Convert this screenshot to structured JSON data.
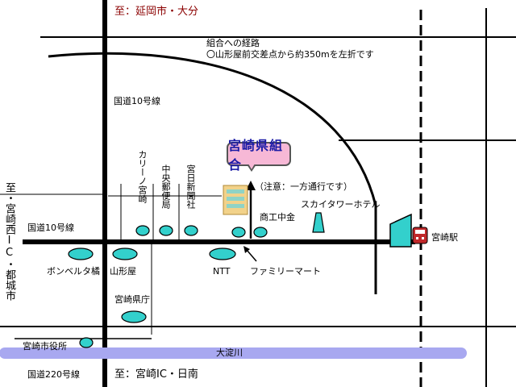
{
  "directions": {
    "north": "至：延岡市・大分",
    "south": "至：宮崎IC・日南",
    "west": "至・宮崎西IC・都城市"
  },
  "route_note": {
    "line1": "組合への経路",
    "line2": "〇山形屋前交差点から約350mを左折です"
  },
  "roads": {
    "route10_upper": "国道10号線",
    "route10_left": "国道10号線",
    "route220": "国道220号線"
  },
  "office": {
    "name": "宮崎県組合",
    "note": "（注意：一方通行です）"
  },
  "landmarks": {
    "karino": "カリーノ宮崎",
    "yubinkyoku": "中央郵便局",
    "nichinichi": "宮日新聞社",
    "shoko": "商工中金",
    "skytower": "スカイタワーホテル",
    "station": "宮崎駅",
    "bonbelta": "ボンベルタ橘",
    "yamakataya": "山形屋",
    "ntt": "NTT",
    "familymart": "ファミリーマート",
    "prefoffice": "宮崎県庁",
    "cityoffice": "宮崎市役所",
    "river": "大淀川"
  },
  "colors": {
    "road": "#000000",
    "landmark_fill": "#33d0cc",
    "river": "#a8a8f0",
    "office_bg": "#f7b8d6",
    "office_text": "#1a1aa6",
    "direction_text": "#8b0000"
  }
}
